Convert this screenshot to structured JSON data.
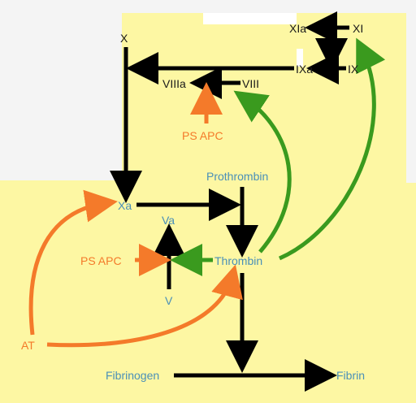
{
  "colors": {
    "background": "#f4f4f4",
    "panel": "#fdf7a3",
    "black_arrow": "#000000",
    "green_arrow": "#3a9a1e",
    "orange_arrow": "#f47a2a",
    "blue_text": "#4a90b8",
    "orange_text": "#f47a2a",
    "black_text": "#1a1a1a"
  },
  "labels": {
    "x": "X",
    "xia": "XIa",
    "xi": "XI",
    "ixa": "IXa",
    "ix": "IX",
    "viiia": "VIIIa",
    "viii": "VIII",
    "ps_apc_top": "PS APC",
    "prothrombin": "Prothrombin",
    "xa": "Xa",
    "va": "Va",
    "ps_apc_mid": "PS APC",
    "thrombin": "Thrombin",
    "v": "V",
    "at": "AT",
    "fibrinogen": "Fibrinogen",
    "fibrin": "Fibrin"
  }
}
